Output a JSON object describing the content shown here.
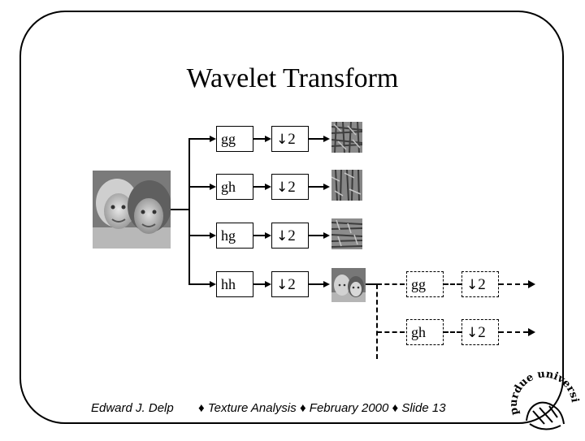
{
  "slide": {
    "title": "Wavelet Transform"
  },
  "filters": {
    "level1": [
      {
        "filter": "gg",
        "downsample": "2"
      },
      {
        "filter": "gh",
        "downsample": "2"
      },
      {
        "filter": "hg",
        "downsample": "2"
      },
      {
        "filter": "hh",
        "downsample": "2"
      }
    ],
    "level2": [
      {
        "filter": "gg",
        "downsample": "2"
      },
      {
        "filter": "gh",
        "downsample": "2"
      }
    ],
    "downsample_arrow": "↓"
  },
  "footer": {
    "author": "Edward J. Delp",
    "bullet": "♦",
    "course": "Texture Analysis",
    "date": "February 2000",
    "slide": "Slide 13"
  },
  "logo": {
    "text": "purdue university"
  }
}
